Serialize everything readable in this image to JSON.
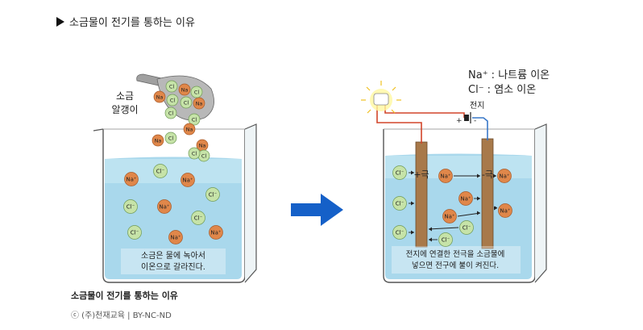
{
  "heading": "소금물이 전기를 통하는 이유",
  "caption": "소금물이 전기를 통하는 이유",
  "credit": "ⓒ (주)천재교육 | BY-NC-ND",
  "left": {
    "salt_label_1": "소금",
    "salt_label_2": "알갱이",
    "note_1": "소금은 물에 녹아서",
    "note_2": "이온으로 갈라진다."
  },
  "right": {
    "legend_na": "Na⁺ : 나트륨 이온",
    "legend_cl": "Cl⁻  : 염소 이온",
    "battery": "전지",
    "plus": "+",
    "minus": "-",
    "anode": "+극",
    "cathode": "-극",
    "note_1": "전지에 연결한 전극을 소금물에",
    "note_2": "넣으면 전구에 불이 켜진다."
  },
  "ions": {
    "na": "Na",
    "na_ion": "Na⁺",
    "cl": "Cl",
    "cl_ion": "Cl⁻"
  },
  "colors": {
    "na": "#e0874a",
    "cl": "#c6e3a8",
    "water": "#a9d8ec",
    "arrow": "#1560c8",
    "electrode": "#a8794a"
  }
}
